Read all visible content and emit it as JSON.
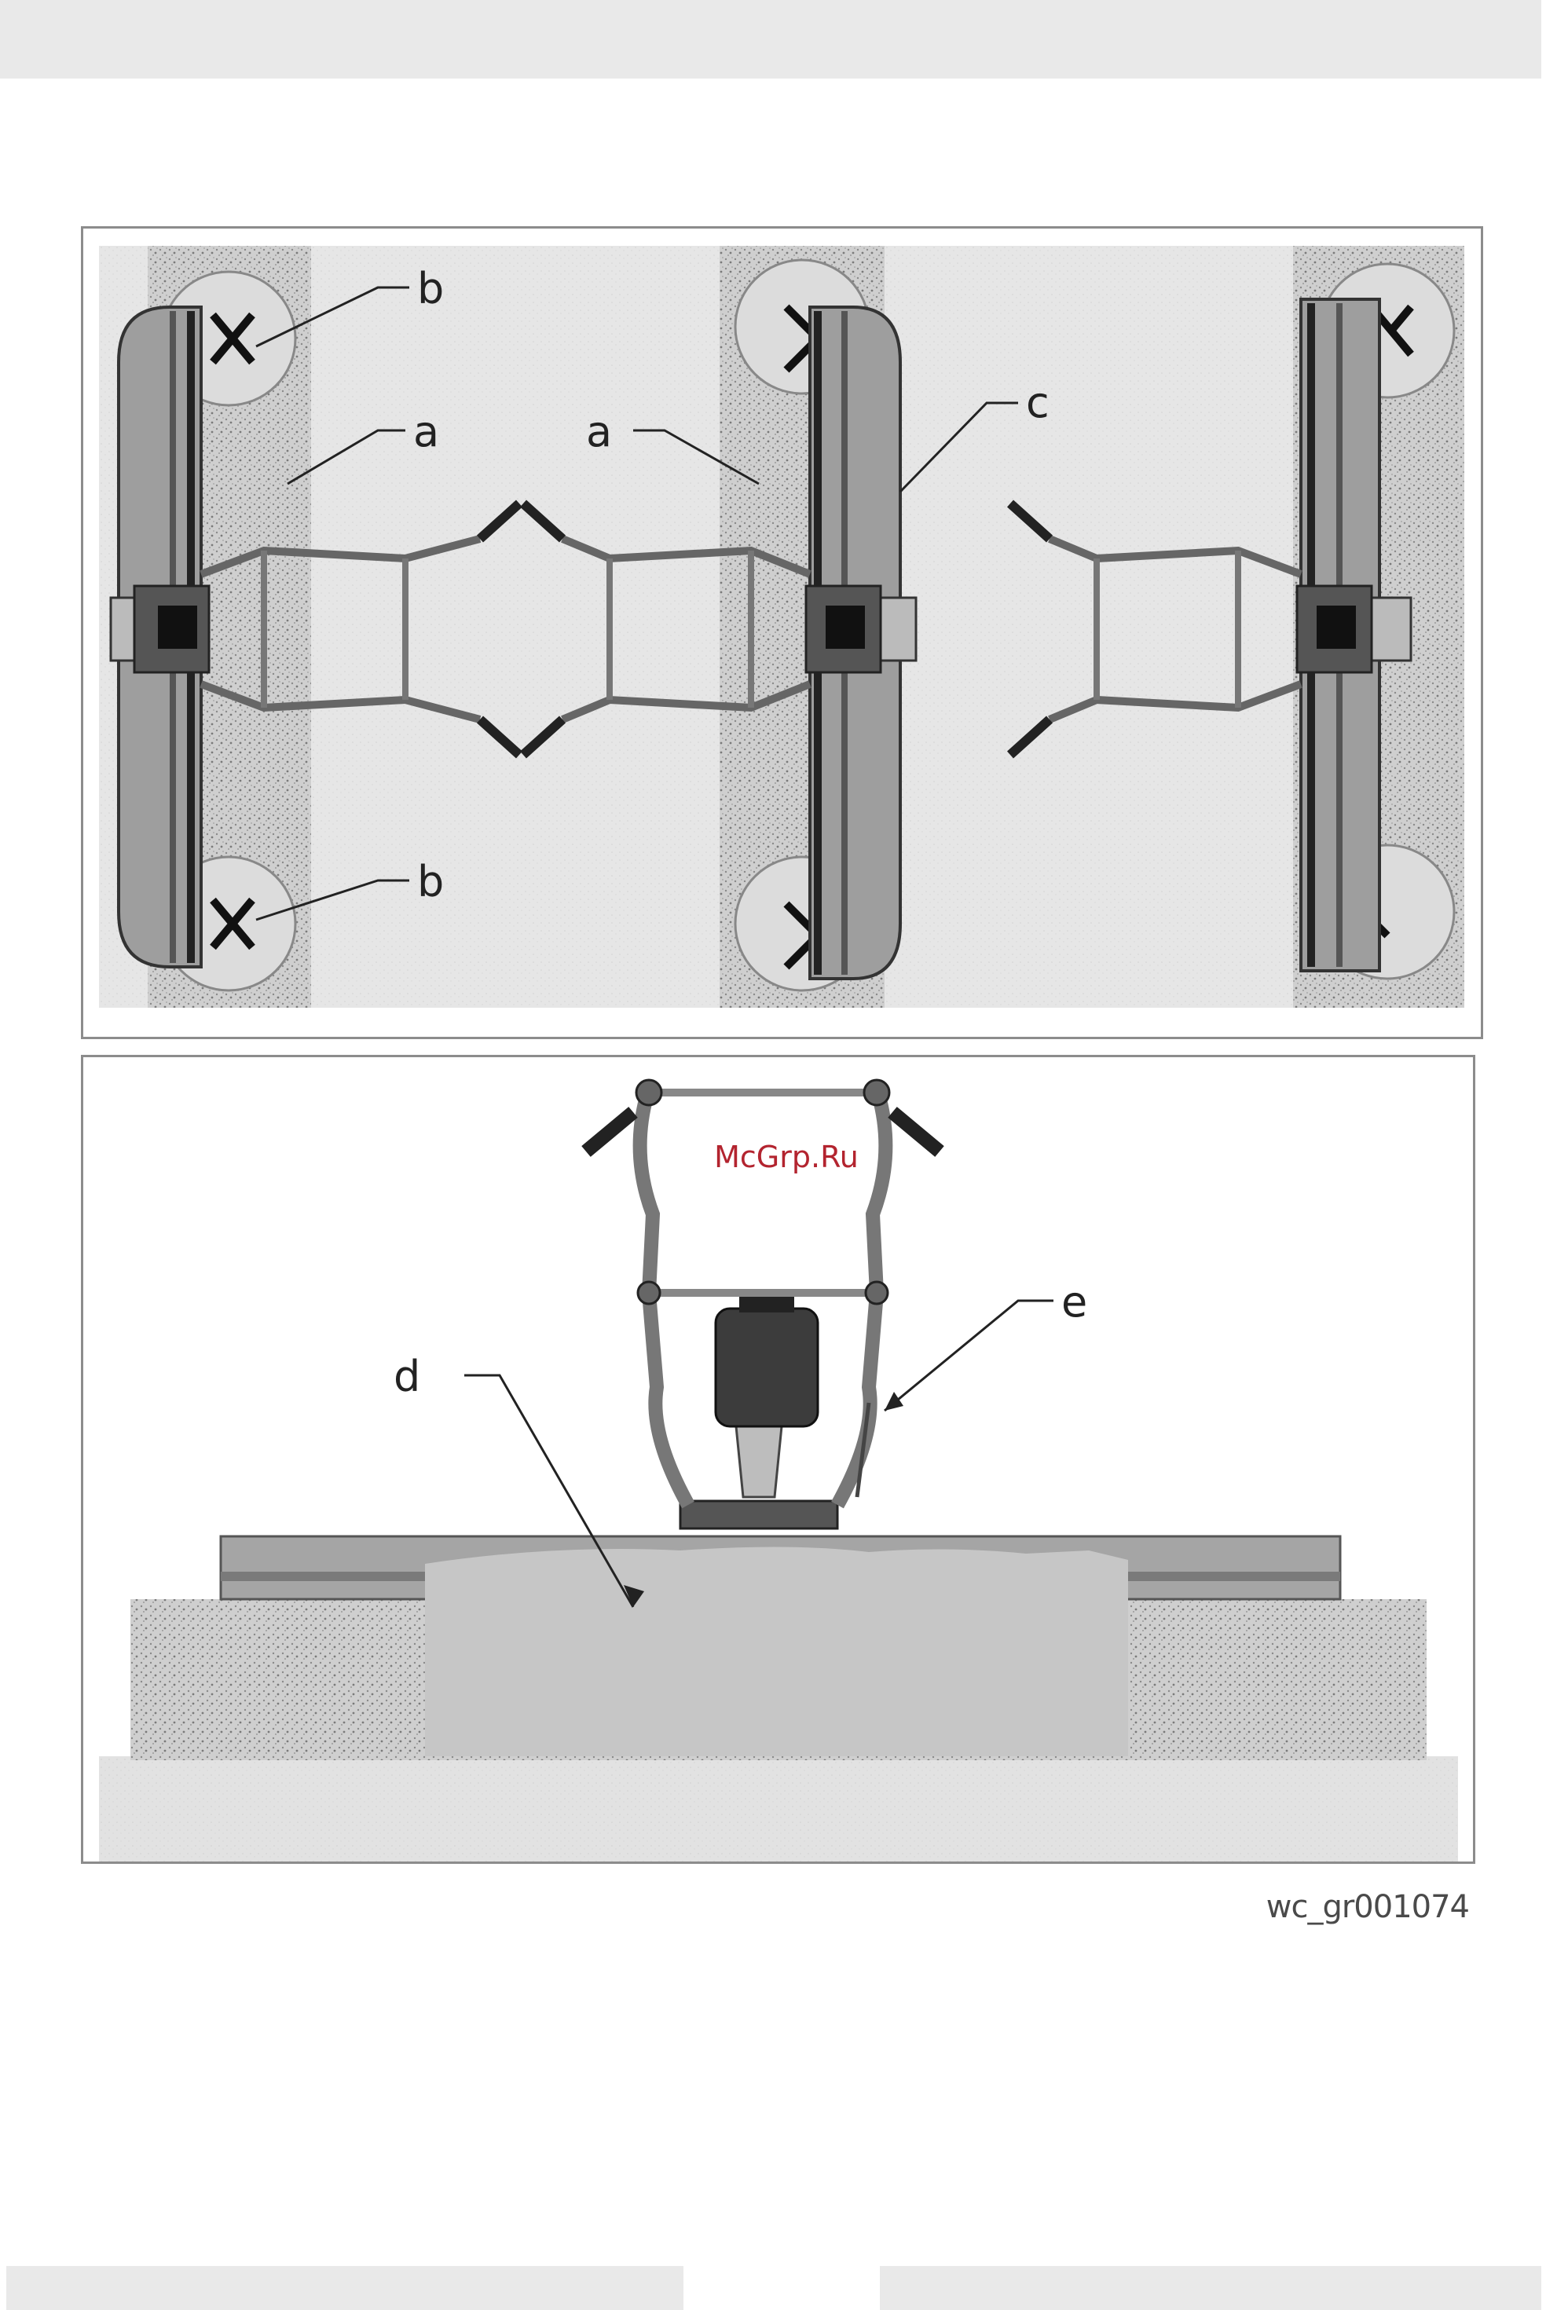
{
  "figure_top": {
    "callouts": {
      "a": "a",
      "b": "b",
      "c": "c"
    }
  },
  "figure_bottom": {
    "callouts": {
      "d": "d",
      "e": "e"
    },
    "watermark": "McGrp.Ru"
  },
  "figure_code": "wc_gr001074",
  "colors": {
    "band": "#e9e9e9",
    "frame": "#8c8c8c",
    "watermark": "#b3242f"
  }
}
